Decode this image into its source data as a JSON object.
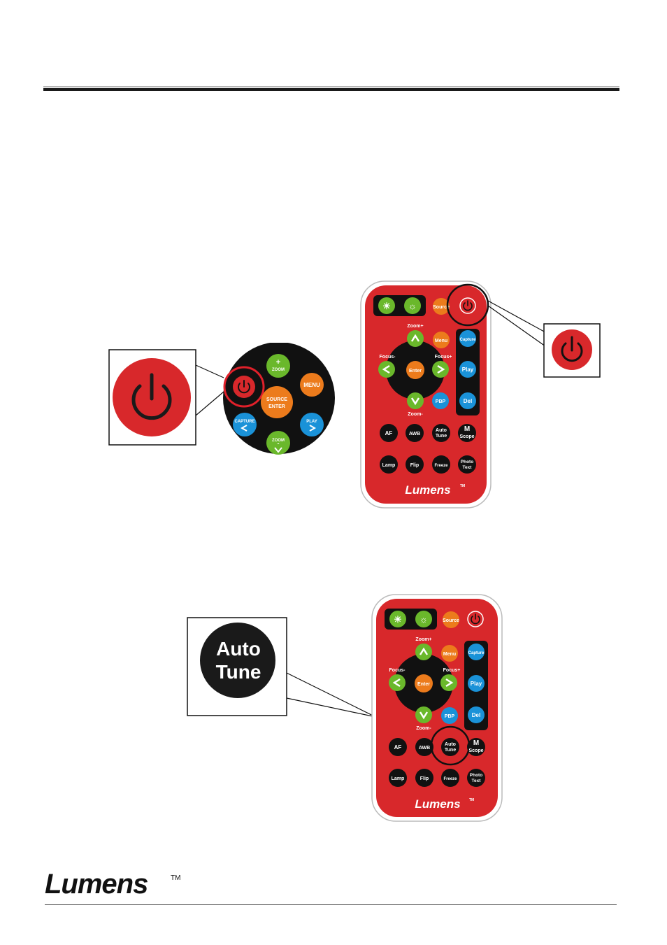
{
  "colors": {
    "remote_red": "#d8282b",
    "button_black": "#111111",
    "green": "#6ab82b",
    "orange": "#ec7b1c",
    "blue": "#1a92d8"
  },
  "remote": {
    "source": "Source",
    "zoom_plus": "Zoom+",
    "zoom_minus": "Zoom-",
    "focus_minus": "Focus-",
    "focus_plus": "Focus+",
    "menu": "Menu",
    "enter": "Enter",
    "pbp": "PBP",
    "capture": "Capture",
    "play": "Play",
    "del": "Del",
    "af": "AF",
    "awb": "AWB",
    "auto": "Auto",
    "tune": "Tune",
    "m": "M",
    "scope": "Scope",
    "lamp": "Lamp",
    "flip": "Flip",
    "freeze": "Freeze",
    "photo": "Photo",
    "text": "Text",
    "brand": "Lumens",
    "tm": "TM"
  },
  "panel": {
    "zoom": "ZOOM",
    "plus": "+",
    "minus": "-",
    "menu": "MENU",
    "source": "SOURCE",
    "enter": "ENTER",
    "capture": "CAPTURE",
    "play": "PLAY"
  },
  "callout": {
    "auto": "Auto",
    "tune": "Tune"
  },
  "footer": {
    "brand": "Lumens",
    "tm": "TM"
  }
}
